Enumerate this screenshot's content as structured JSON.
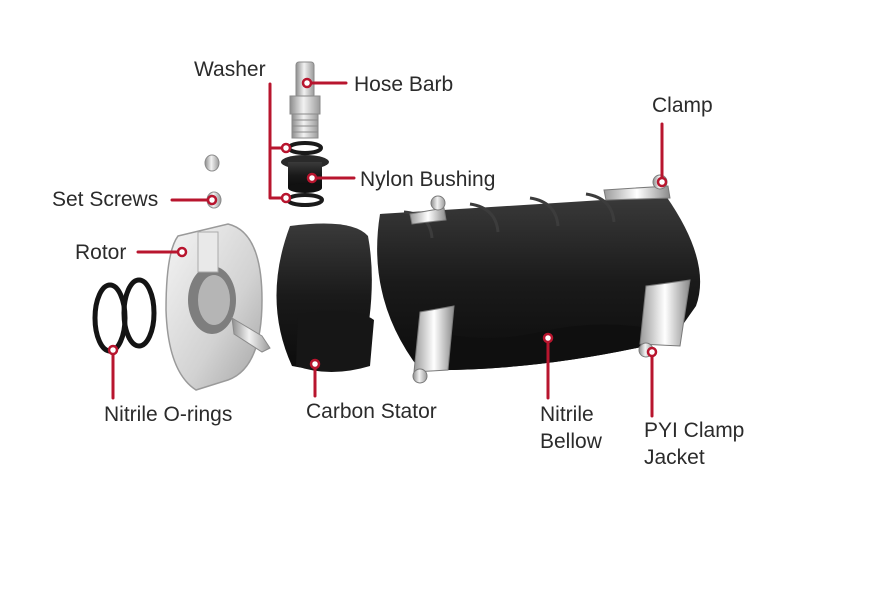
{
  "labels": {
    "washer": "Washer",
    "hose_barb": "Hose Barb",
    "clamp": "Clamp",
    "nylon_bushing": "Nylon Bushing",
    "set_screws": "Set Screws",
    "rotor": "Rotor",
    "nitrile_orings": "Nitrile O-rings",
    "carbon_stator": "Carbon Stator",
    "nitrile_bellow_line1": "Nitrile",
    "nitrile_bellow_line2": "Bellow",
    "pyi_clamp_jacket_line1": "PYI Clamp",
    "pyi_clamp_jacket_line2": "Jacket"
  },
  "colors": {
    "leader": "#b8152e",
    "text": "#2b2b2b",
    "rubber": "#1c1c1c",
    "metal": "#c9c9c9"
  }
}
